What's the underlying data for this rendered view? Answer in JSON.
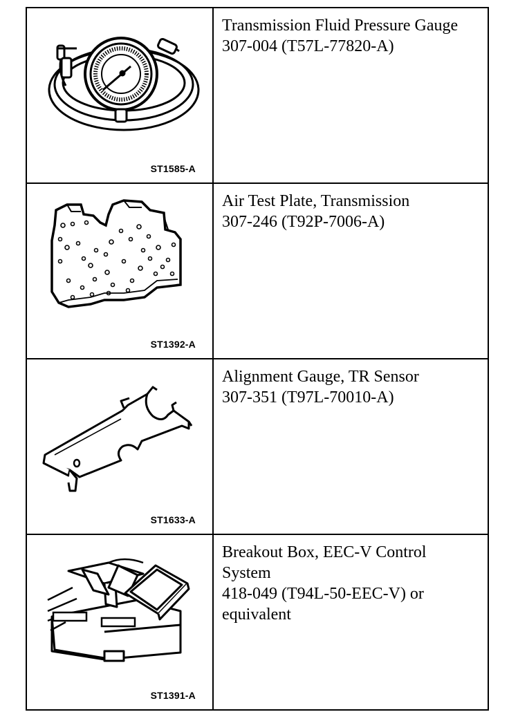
{
  "tools": [
    {
      "image_code": "ST1585-A",
      "icon": "pressure-gauge-illustration",
      "name": "Transmission Fluid Pressure Gauge",
      "number": "307-004 (T57L-77820-A)"
    },
    {
      "image_code": "ST1392-A",
      "icon": "air-test-plate-illustration",
      "name": "Air Test Plate, Transmission",
      "number": "307-246 (T92P-7006-A)"
    },
    {
      "image_code": "ST1633-A",
      "icon": "alignment-gauge-illustration",
      "name": "Alignment Gauge, TR Sensor",
      "number": "307-351 (T97L-70010-A)"
    },
    {
      "image_code": "ST1391-A",
      "icon": "breakout-box-illustration",
      "name": "Breakout Box, EEC-V Control System",
      "number": "418-049 (T94L-50-EEC-V) or equivalent"
    }
  ]
}
